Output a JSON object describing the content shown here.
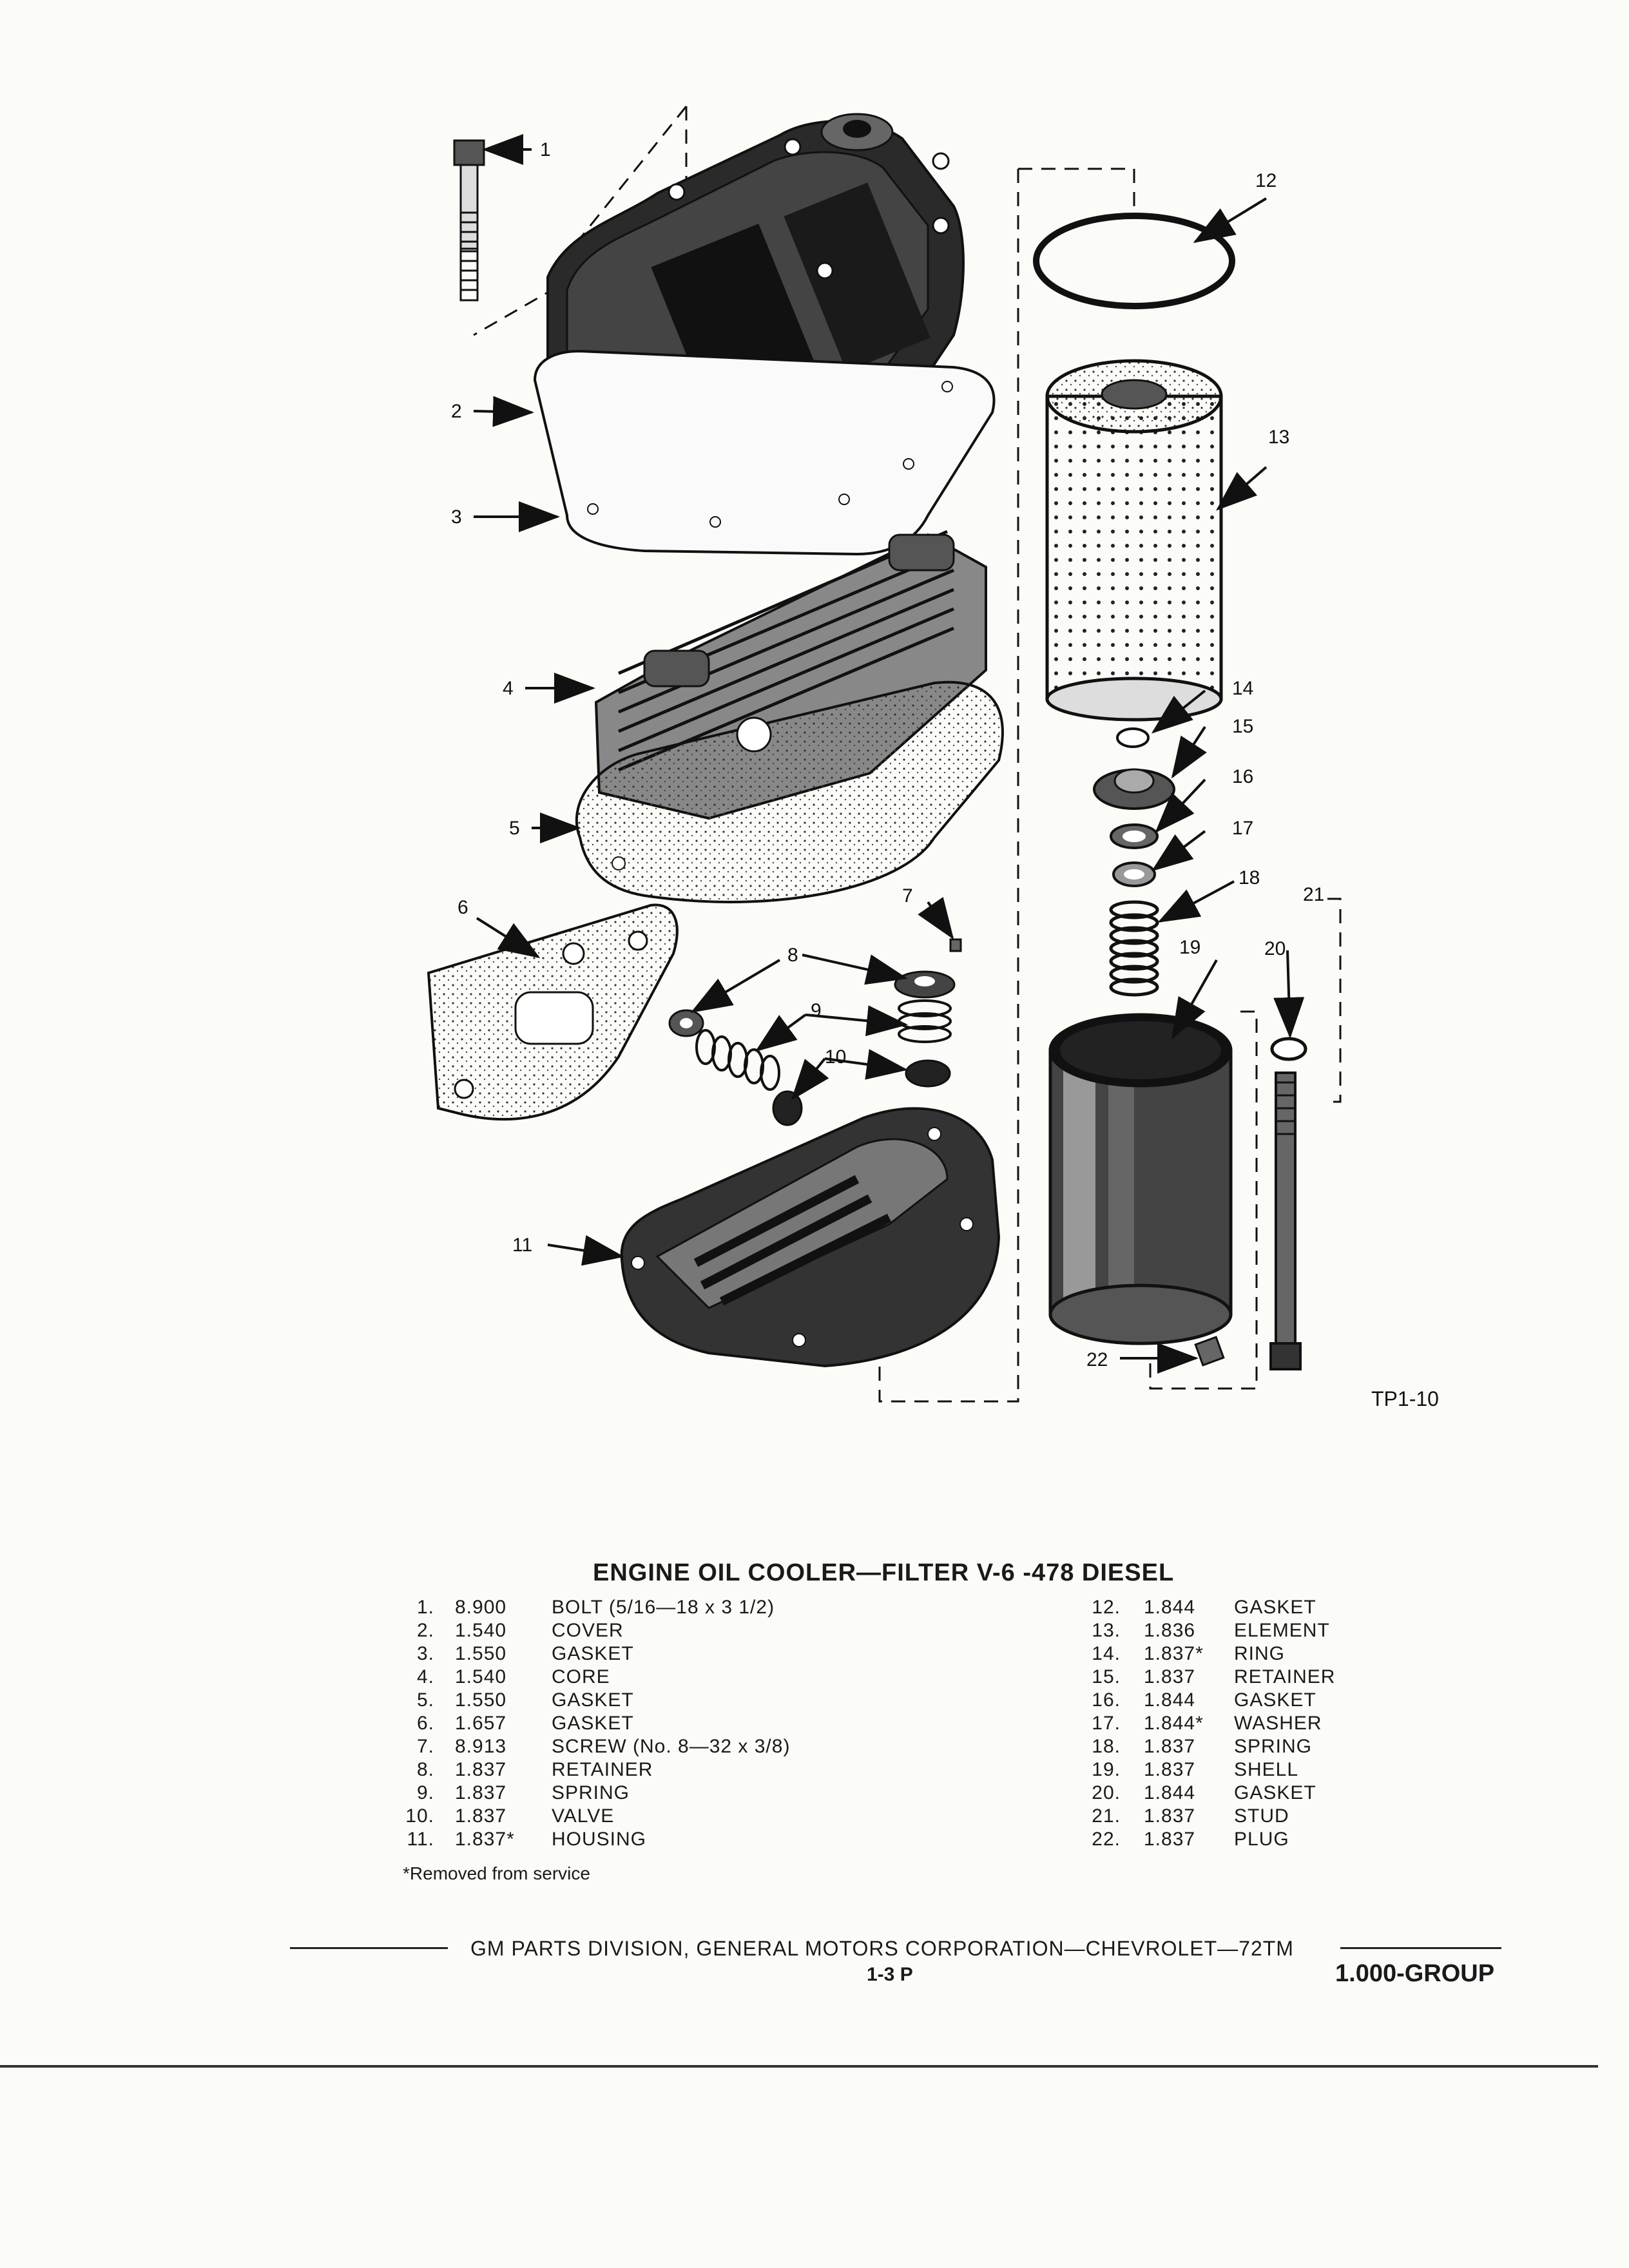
{
  "figure": {
    "ref": "TP1-10",
    "callouts": [
      "1",
      "2",
      "3",
      "4",
      "5",
      "6",
      "7",
      "8",
      "9",
      "10",
      "11",
      "12",
      "13",
      "14",
      "15",
      "16",
      "17",
      "18",
      "19",
      "20",
      "21",
      "22"
    ]
  },
  "title": "ENGINE OIL COOLER—FILTER V-6 -478 DIESEL",
  "parts_left": [
    {
      "n": "1.",
      "group": "8.900",
      "desc": "BOLT (5/16—18 x 3 1/2)"
    },
    {
      "n": "2.",
      "group": "1.540",
      "desc": "COVER"
    },
    {
      "n": "3.",
      "group": "1.550",
      "desc": "GASKET"
    },
    {
      "n": "4.",
      "group": "1.540",
      "desc": "CORE"
    },
    {
      "n": "5.",
      "group": "1.550",
      "desc": "GASKET"
    },
    {
      "n": "6.",
      "group": "1.657",
      "desc": "GASKET"
    },
    {
      "n": "7.",
      "group": "8.913",
      "desc": "SCREW (No. 8—32 x 3/8)"
    },
    {
      "n": "8.",
      "group": "1.837",
      "desc": "RETAINER"
    },
    {
      "n": "9.",
      "group": "1.837",
      "desc": "SPRING"
    },
    {
      "n": "10.",
      "group": "1.837",
      "desc": "VALVE"
    },
    {
      "n": "11.",
      "group": "1.837*",
      "desc": "HOUSING"
    }
  ],
  "parts_right": [
    {
      "n": "12.",
      "group": "1.844",
      "desc": "GASKET"
    },
    {
      "n": "13.",
      "group": "1.836",
      "desc": "ELEMENT"
    },
    {
      "n": "14.",
      "group": "1.837*",
      "desc": "RING"
    },
    {
      "n": "15.",
      "group": "1.837",
      "desc": "RETAINER"
    },
    {
      "n": "16.",
      "group": "1.844",
      "desc": "GASKET"
    },
    {
      "n": "17.",
      "group": "1.844*",
      "desc": "WASHER"
    },
    {
      "n": "18.",
      "group": "1.837",
      "desc": "SPRING"
    },
    {
      "n": "19.",
      "group": "1.837",
      "desc": "SHELL"
    },
    {
      "n": "20.",
      "group": "1.844",
      "desc": "GASKET"
    },
    {
      "n": "21.",
      "group": "1.837",
      "desc": "STUD"
    },
    {
      "n": "22.",
      "group": "1.837",
      "desc": "PLUG"
    }
  ],
  "footnote": "*Removed from service",
  "footer": {
    "text": "GM PARTS DIVISION, GENERAL MOTORS CORPORATION—CHEVROLET—72TM",
    "page": "1-3 P",
    "group": "1.000-GROUP"
  }
}
